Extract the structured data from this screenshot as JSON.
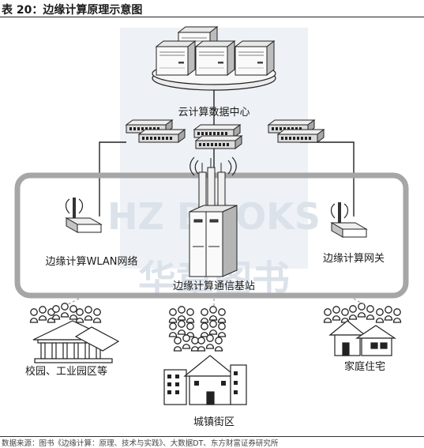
{
  "caption": "表 20：边缘计算原理示意图",
  "labels": {
    "cloud": "云计算数据中心",
    "wlan": "边缘计算WLAN网络",
    "gateway": "边缘计算网关",
    "base_station": "边缘计算通信基站",
    "campus": "校园、工业园区等",
    "city": "城镇街区",
    "home": "家庭住宅"
  },
  "watermark": {
    "top": "HZ BOOKS",
    "bottom": "华章图书"
  },
  "source": "数据来源：图书《边缘计算：原理、技术与实践》、大数据DT、东方财富证券研究所",
  "colors": {
    "edge_box": "#a6a6a6",
    "watermark": "#dbe2ea",
    "line": "#222222"
  }
}
